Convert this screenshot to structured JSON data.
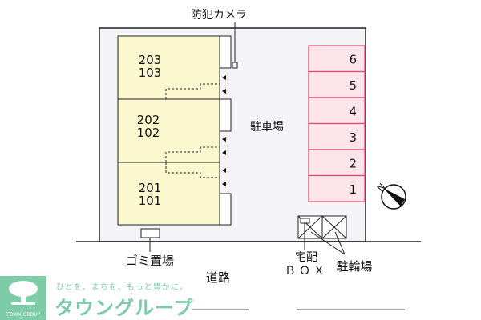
{
  "labels": {
    "camera": "防犯カメラ",
    "parking": "駐車場",
    "garbage": "ゴミ置場",
    "road": "道路",
    "delivery_line1": "宅配",
    "delivery_line2": "ＢＯＸ",
    "bicycle": "駐輪場"
  },
  "units": [
    {
      "upper": "203",
      "lower": "103"
    },
    {
      "upper": "202",
      "lower": "102"
    },
    {
      "upper": "201",
      "lower": "101"
    }
  ],
  "parking_spaces": [
    "6",
    "5",
    "4",
    "3",
    "2",
    "1"
  ],
  "compass": {
    "label": "N"
  },
  "logo": {
    "tagline": "ひとを、まちを、もっと豊かに。",
    "brand": "タウングループ",
    "caption": "TOWN GROUP"
  },
  "colors": {
    "building": "#fbf8d0",
    "parking": "#fde3ea",
    "parking_border": "#e0476a",
    "site": "#f4f4f6",
    "brand": "#7ecba8"
  }
}
